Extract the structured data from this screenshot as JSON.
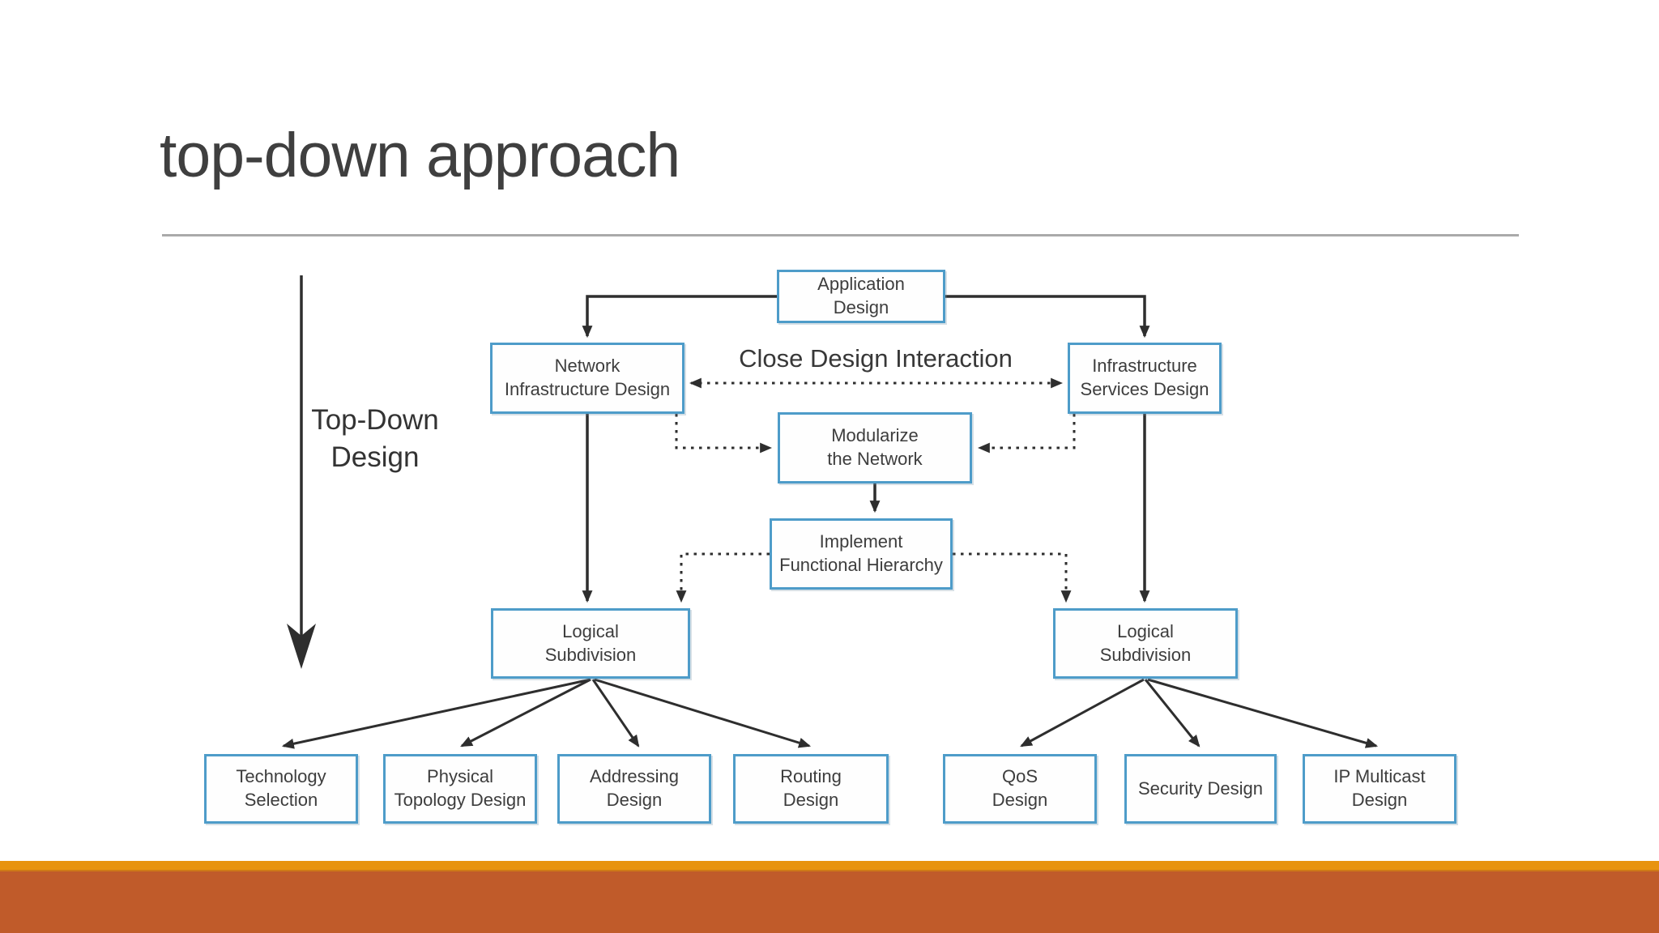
{
  "slide": {
    "title": "top-down approach",
    "accent_colors": {
      "strip": "#E8930F",
      "bar": "#C05B2A",
      "node_border": "#4E9CC9",
      "rule": "#AAAAAA"
    }
  },
  "diagram": {
    "side_label": "Top-Down\nDesign",
    "interaction_label": "Close Design Interaction",
    "nodes": {
      "application": "Application\nDesign",
      "network_infrastructure": "Network\nInfrastructure Design",
      "infrastructure_services": "Infrastructure\nServices Design",
      "modularize": "Modularize\nthe Network",
      "implement_hierarchy": "Implement\nFunctional Hierarchy",
      "logical_subdivision_left": "Logical\nSubdivision",
      "logical_subdivision_right": "Logical\nSubdivision",
      "technology_selection": "Technology\nSelection",
      "physical_topology": "Physical\nTopology Design",
      "addressing": "Addressing\nDesign",
      "routing": "Routing\nDesign",
      "qos": "QoS\nDesign",
      "security": "Security Design",
      "ip_multicast": "IP Multicast\nDesign"
    },
    "edges": [
      {
        "from": "application",
        "to": "network_infrastructure",
        "style": "solid-arrow"
      },
      {
        "from": "application",
        "to": "infrastructure_services",
        "style": "solid-arrow"
      },
      {
        "from": "network_infrastructure",
        "to": "infrastructure_services",
        "style": "dotted-double-arrow",
        "label": "Close Design Interaction"
      },
      {
        "from": "network_infrastructure",
        "to": "modularize",
        "style": "dotted-arrow"
      },
      {
        "from": "infrastructure_services",
        "to": "modularize",
        "style": "dotted-arrow"
      },
      {
        "from": "modularize",
        "to": "implement_hierarchy",
        "style": "solid-arrow"
      },
      {
        "from": "implement_hierarchy",
        "to": "logical_subdivision_left",
        "style": "dotted-arrow"
      },
      {
        "from": "implement_hierarchy",
        "to": "logical_subdivision_right",
        "style": "dotted-arrow"
      },
      {
        "from": "network_infrastructure",
        "to": "logical_subdivision_left",
        "style": "solid-arrow"
      },
      {
        "from": "infrastructure_services",
        "to": "logical_subdivision_right",
        "style": "solid-arrow"
      },
      {
        "from": "logical_subdivision_left",
        "to": "technology_selection",
        "style": "solid-arrow"
      },
      {
        "from": "logical_subdivision_left",
        "to": "physical_topology",
        "style": "solid-arrow"
      },
      {
        "from": "logical_subdivision_left",
        "to": "addressing",
        "style": "solid-arrow"
      },
      {
        "from": "logical_subdivision_left",
        "to": "routing",
        "style": "solid-arrow"
      },
      {
        "from": "logical_subdivision_right",
        "to": "qos",
        "style": "solid-arrow"
      },
      {
        "from": "logical_subdivision_right",
        "to": "security",
        "style": "solid-arrow"
      },
      {
        "from": "logical_subdivision_right",
        "to": "ip_multicast",
        "style": "solid-arrow"
      }
    ]
  }
}
